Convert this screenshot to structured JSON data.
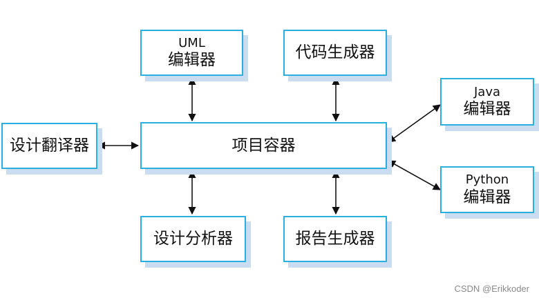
{
  "nodes": {
    "uml_editor": {
      "line1": "UML",
      "line2": "编辑器"
    },
    "code_generator": {
      "line1": "代码生成器"
    },
    "java_editor": {
      "line1": "Java",
      "line2": "编辑器"
    },
    "design_translator": {
      "line1": "设计翻译器"
    },
    "project_container": {
      "line1": "项目容器"
    },
    "python_editor": {
      "line1": "Python",
      "line2": "编辑器"
    },
    "design_analyzer": {
      "line1": "设计分析器"
    },
    "report_generator": {
      "line1": "报告生成器"
    }
  },
  "edges": [
    {
      "from": "uml_editor",
      "to": "project_container",
      "direction": "both"
    },
    {
      "from": "code_generator",
      "to": "project_container",
      "direction": "both"
    },
    {
      "from": "java_editor",
      "to": "project_container",
      "direction": "both"
    },
    {
      "from": "design_translator",
      "to": "project_container",
      "direction": "both"
    },
    {
      "from": "python_editor",
      "to": "project_container",
      "direction": "both"
    },
    {
      "from": "design_analyzer",
      "to": "project_container",
      "direction": "both"
    },
    {
      "from": "report_generator",
      "to": "project_container",
      "direction": "both"
    }
  ],
  "colors": {
    "box_border": "#29b0e0",
    "box_shadow": "#c9dcf0",
    "arrow": "#111111"
  },
  "watermark": "CSDN @Erikkoder"
}
